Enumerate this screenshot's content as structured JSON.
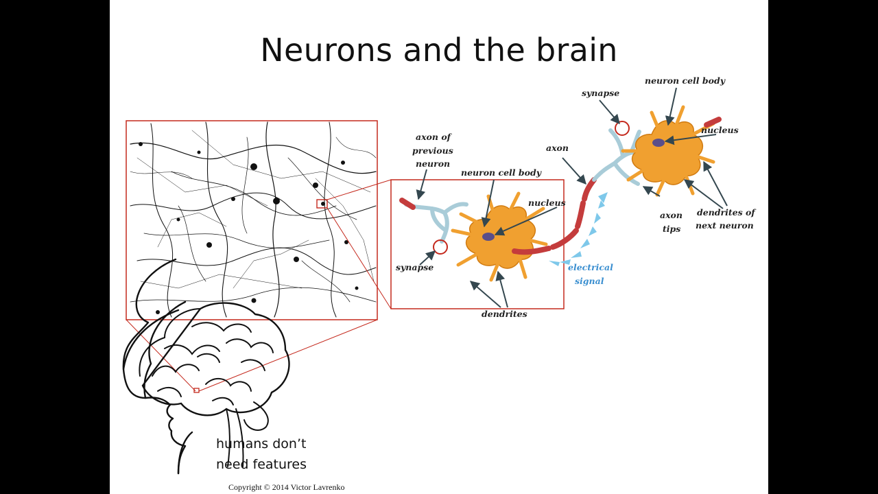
{
  "slide": {
    "title": "Neurons and the brain",
    "caption_line1": "humans don’t",
    "caption_line2": "need features",
    "copyright": "Copyright © 2014 Victor Lavrenko"
  },
  "diagram": {
    "labels": {
      "axon_prev_1": "axon of",
      "axon_prev_2": "previous",
      "axon_prev_3": "neuron",
      "cell_body_left": "neuron cell body",
      "nucleus_left": "nucleus",
      "synapse_left": "synapse",
      "dendrites": "dendrites",
      "axon": "axon",
      "electrical_1": "electrical",
      "electrical_2": "signal",
      "synapse_right": "synapse",
      "cell_body_right": "neuron cell body",
      "nucleus_right": "nucleus",
      "axon_tips_1": "axon",
      "axon_tips_2": "tips",
      "dendrites_next_1": "dendrites of",
      "dendrites_next_2": "next neuron"
    },
    "colors": {
      "frame": "#c4281c",
      "cell_body": "#f0a030",
      "cell_outline": "#d07a10",
      "nucleus": "#5a4e8a",
      "axon": "#c43c3c",
      "axon_tips": "#a9ccd8",
      "signal": "#7ec8ea"
    }
  }
}
